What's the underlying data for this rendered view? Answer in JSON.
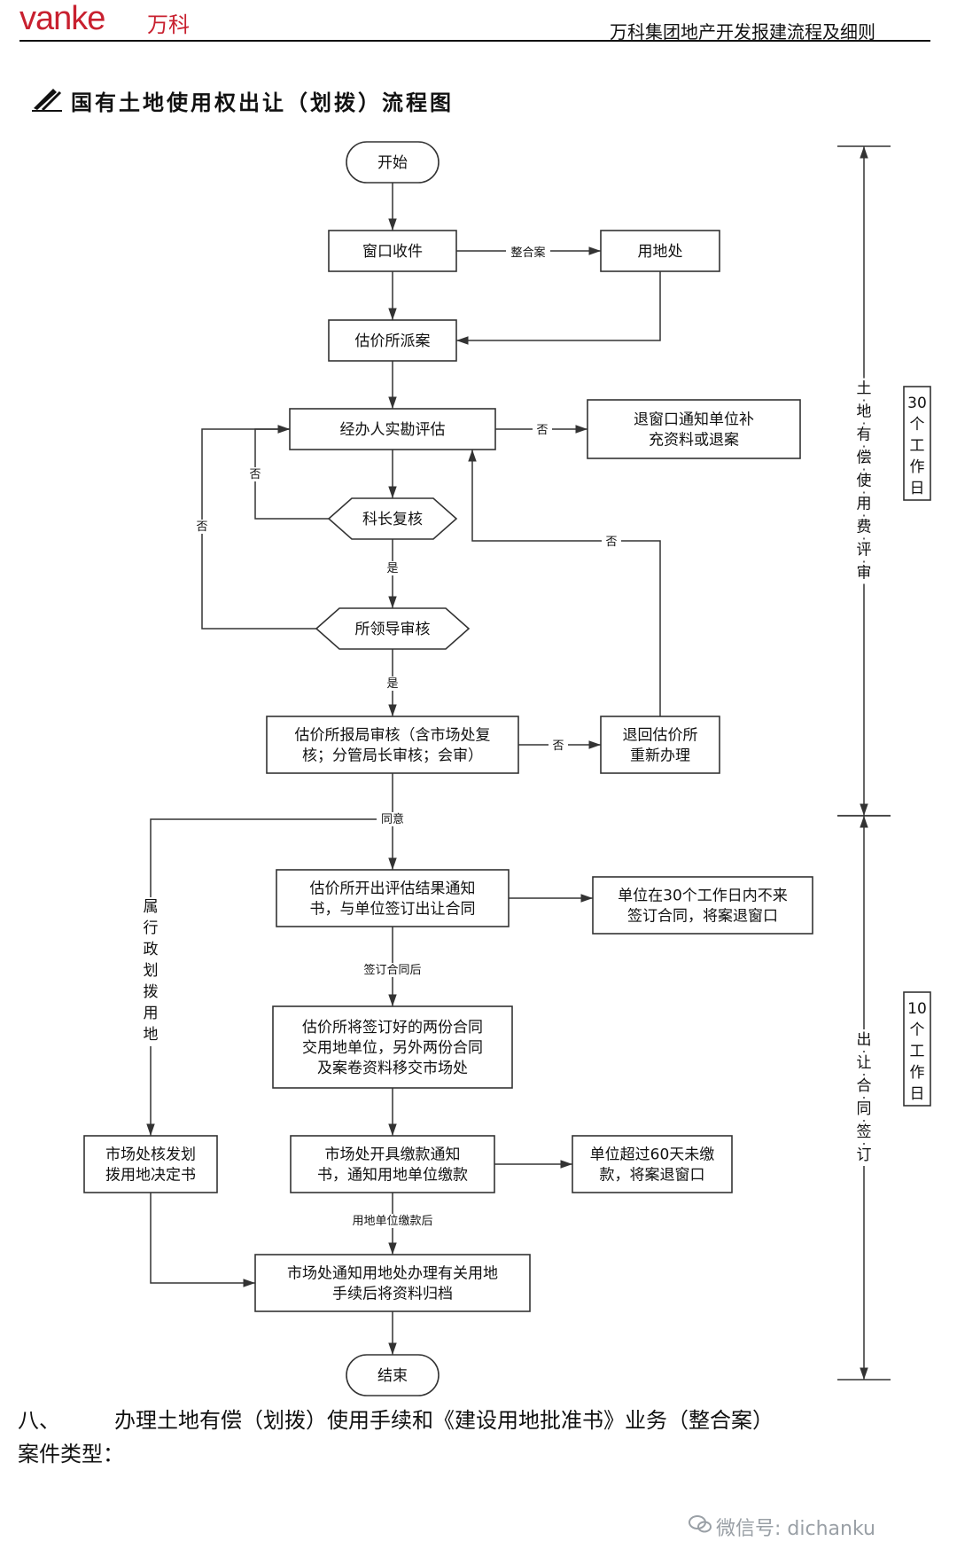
{
  "header": {
    "logo_text": "vanke",
    "logo_cn": "万科",
    "title": "万科集团地产开发报建流程及细则"
  },
  "page_title": "国有土地使用权出让（划拨）流程图",
  "flowchart": {
    "nodes": [
      {
        "id": "start",
        "shape": "terminal",
        "lines": [
          "开始"
        ]
      },
      {
        "id": "window",
        "shape": "process",
        "lines": [
          "窗口收件"
        ]
      },
      {
        "id": "landdept",
        "shape": "process",
        "lines": [
          "用地处"
        ]
      },
      {
        "id": "dispatch",
        "shape": "process",
        "lines": [
          "估价所派案"
        ]
      },
      {
        "id": "survey",
        "shape": "process",
        "lines": [
          "经办人实勘评估"
        ]
      },
      {
        "id": "return1",
        "shape": "process",
        "lines": [
          "退窗口通知单位补",
          "充资料或退案"
        ]
      },
      {
        "id": "section",
        "shape": "decision",
        "lines": [
          "科长复核"
        ]
      },
      {
        "id": "leader",
        "shape": "decision",
        "lines": [
          "所领导审核"
        ]
      },
      {
        "id": "bureau",
        "shape": "process",
        "lines": [
          "估价所报局审核（含市场处复",
          "核；分管局长审核；会审）"
        ]
      },
      {
        "id": "redo",
        "shape": "process",
        "lines": [
          "退回估价所",
          "重新办理"
        ]
      },
      {
        "id": "notice",
        "shape": "process",
        "lines": [
          "估价所开出评估结果通知",
          "书，与单位签订出让合同"
        ]
      },
      {
        "id": "unit30",
        "shape": "process",
        "lines": [
          "单位在30个工作日内不来",
          "签订合同，将案退窗口"
        ]
      },
      {
        "id": "transfer",
        "shape": "process",
        "lines": [
          "估价所将签订好的两份合同",
          "交用地单位，另外两份合同",
          "及案卷资料移交市场处"
        ]
      },
      {
        "id": "allocate",
        "shape": "process",
        "lines": [
          "市场处核发划",
          "拨用地决定书"
        ]
      },
      {
        "id": "payment",
        "shape": "process",
        "lines": [
          "市场处开具缴款通知",
          "书，通知用地单位缴款"
        ]
      },
      {
        "id": "unit60",
        "shape": "process",
        "lines": [
          "单位超过60天未缴",
          "款，将案退窗口"
        ]
      },
      {
        "id": "archive",
        "shape": "process",
        "lines": [
          "市场处通知用地处办理有关用地",
          "手续后将资料归档"
        ]
      },
      {
        "id": "end",
        "shape": "terminal",
        "lines": [
          "结束"
        ]
      }
    ],
    "edges": [
      {
        "from": "start",
        "to": "window",
        "label": ""
      },
      {
        "from": "window",
        "to": "landdept",
        "label": "整合案"
      },
      {
        "from": "window",
        "to": "dispatch",
        "label": ""
      },
      {
        "from": "landdept",
        "to": "dispatch",
        "label": ""
      },
      {
        "from": "dispatch",
        "to": "survey",
        "label": ""
      },
      {
        "from": "survey",
        "to": "return1",
        "label": "否"
      },
      {
        "from": "survey",
        "to": "section",
        "label": ""
      },
      {
        "from": "section",
        "to": "survey",
        "label": "否"
      },
      {
        "from": "section",
        "to": "leader",
        "label": "是"
      },
      {
        "from": "leader",
        "to": "survey",
        "label": "否"
      },
      {
        "from": "leader",
        "to": "bureau",
        "label": "是"
      },
      {
        "from": "bureau",
        "to": "redo",
        "label": "否"
      },
      {
        "from": "redo",
        "to": "survey",
        "label": "否"
      },
      {
        "from": "bureau",
        "to": "notice",
        "label": "同意"
      },
      {
        "from": "bureau",
        "to": "allocate",
        "label": ""
      },
      {
        "from": "notice",
        "to": "unit30",
        "label": ""
      },
      {
        "from": "notice",
        "to": "transfer",
        "label": "签订合同后"
      },
      {
        "from": "transfer",
        "to": "payment",
        "label": ""
      },
      {
        "from": "payment",
        "to": "unit60",
        "label": ""
      },
      {
        "from": "payment",
        "to": "archive",
        "label": "用地单位缴款后"
      },
      {
        "from": "allocate",
        "to": "archive",
        "label": ""
      },
      {
        "from": "archive",
        "to": "end",
        "label": ""
      }
    ],
    "side_label_admin": "属行政划拨用地",
    "phases": [
      {
        "name": "土地有偿使用费评审",
        "days": "30个工作日"
      },
      {
        "name": "出让合同签订",
        "days": "10个工作日"
      }
    ]
  },
  "section": {
    "line1": "八、        办理土地有偿（划拨）使用手续和《建设用地批准书》业务（整合案）",
    "line2": "案件类型："
  },
  "watermark": "微信号: dichanku"
}
